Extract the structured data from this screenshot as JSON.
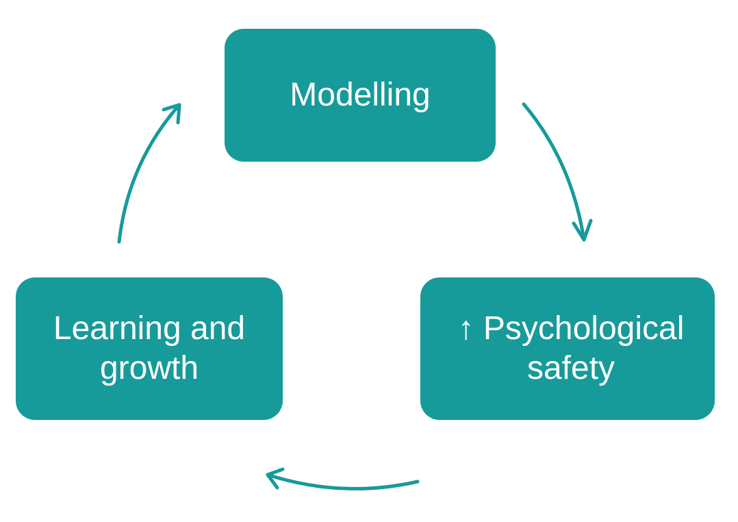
{
  "colors": {
    "node_fill": "#179a9a",
    "node_text": "#ffffff",
    "arrow": "#179a9a",
    "background": "#ffffff"
  },
  "nodes": {
    "top": {
      "lines": [
        "Modelling"
      ]
    },
    "right": {
      "lines": [
        "↑ Psychological",
        "safety"
      ]
    },
    "left": {
      "lines": [
        "Learning and",
        "growth"
      ]
    }
  },
  "edges": [
    {
      "from": "top",
      "to": "right"
    },
    {
      "from": "right",
      "to": "left"
    },
    {
      "from": "left",
      "to": "top"
    }
  ]
}
